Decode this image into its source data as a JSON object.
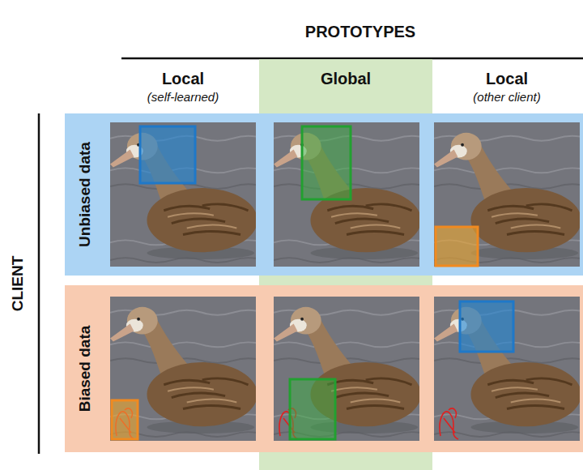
{
  "diagram": {
    "nodes": [
      {
        "text": [
          "Global"
        ]
      },
      {
        "text": [
          "Unbiased data"
        ]
      },
      {
        "text": [
          "Biased data"
        ]
      }
    ],
    "labels": [
      "PROTOTYPES",
      "Local",
      "(self-learned)",
      "Local",
      "(other client)",
      "CLIENT"
    ]
  }
}
